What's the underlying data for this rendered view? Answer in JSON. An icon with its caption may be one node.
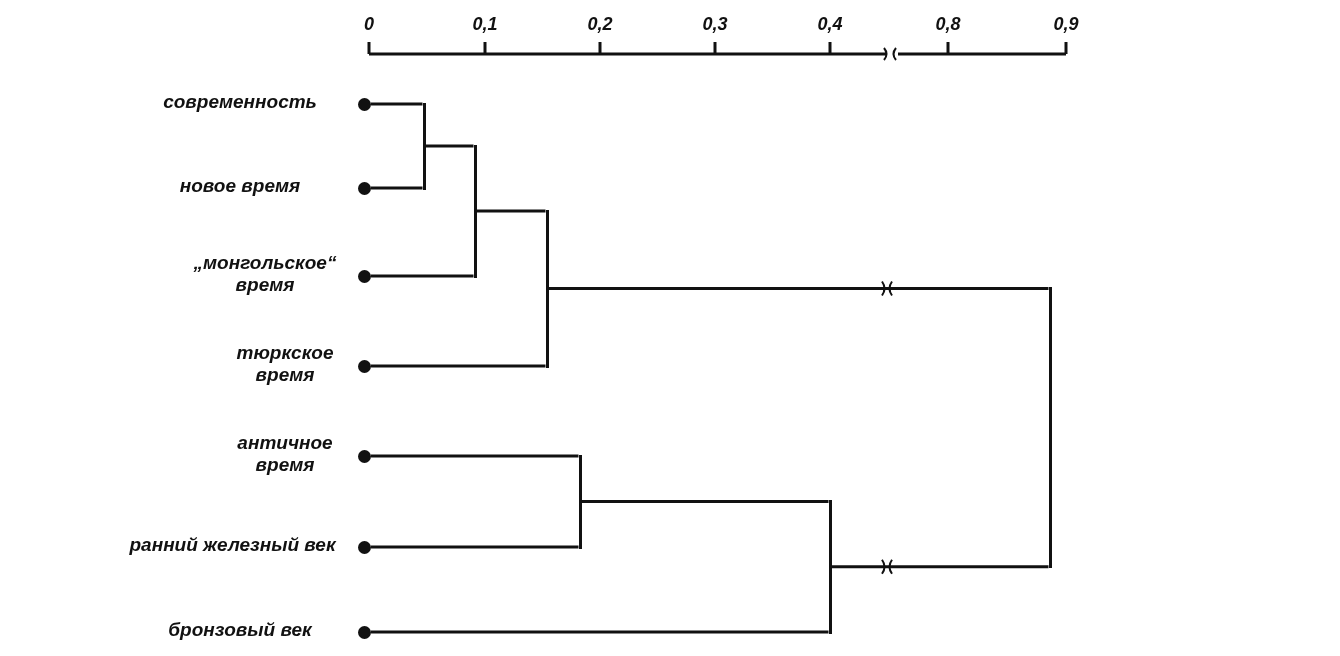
{
  "diagram": {
    "nodes": [
      {
        "text": [
          "современность"
        ]
      },
      {
        "text": [
          "новое время"
        ]
      },
      {
        "text": [
          "„монгольское“ время"
        ]
      },
      {
        "text": [
          "тюркское время"
        ]
      },
      {
        "text": [
          "античное время"
        ]
      },
      {
        "text": [
          "ранний железный век"
        ]
      },
      {
        "text": [
          "бронзовый век"
        ]
      },
      {
        "text": [],
        "shape": "bar"
      },
      {
        "text": [],
        "shape": "bar"
      },
      {
        "text": [],
        "shape": "bar"
      },
      {
        "text": [],
        "shape": "bar"
      },
      {
        "text": [],
        "shape": "bar"
      },
      {
        "text": [],
        "shape": "bar"
      }
    ],
    "edges": [
      {
        "from": 0,
        "to": 7,
        "arrow": "none"
      },
      {
        "from": 1,
        "to": 7,
        "arrow": "none"
      },
      {
        "from": 7,
        "to": 8,
        "arrow": "none"
      },
      {
        "from": 2,
        "to": 8,
        "arrow": "none"
      },
      {
        "from": 8,
        "to": 9,
        "arrow": "none"
      },
      {
        "from": 3,
        "to": 9,
        "arrow": "none"
      },
      {
        "from": 4,
        "to": 10,
        "arrow": "none"
      },
      {
        "from": 5,
        "to": 10,
        "arrow": "none"
      },
      {
        "from": 10,
        "to": 11,
        "arrow": "none"
      },
      {
        "from": 6,
        "to": 11,
        "arrow": "none"
      },
      {
        "from": 9,
        "to": 12,
        "arrow": "none"
      },
      {
        "from": 11,
        "to": 12,
        "arrow": "none"
      }
    ],
    "labels": [
      "0",
      "0,1",
      "0,2",
      "0,3",
      "0,4",
      "0,8",
      "0,9"
    ]
  }
}
